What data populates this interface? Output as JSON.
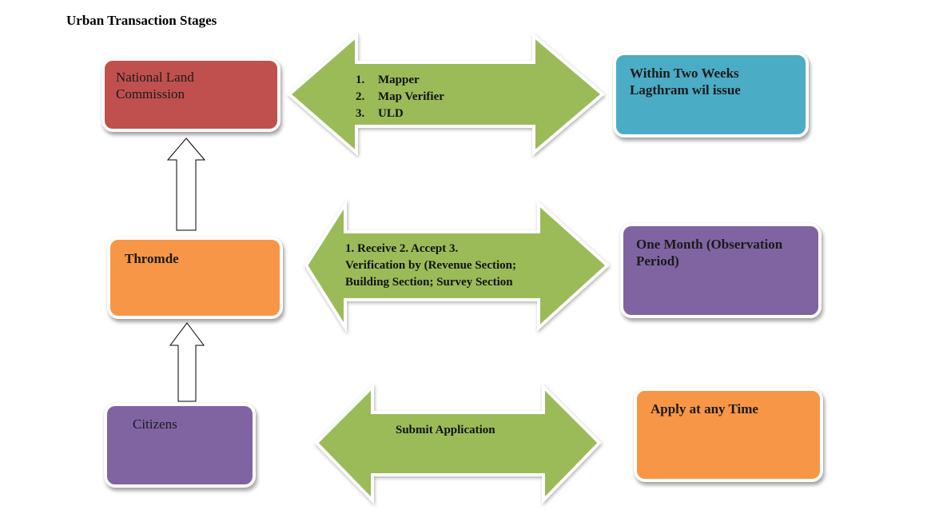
{
  "title": "Urban Transaction Stages",
  "colors": {
    "red": "#C0504D",
    "teal": "#4BACC6",
    "orange": "#F79646",
    "purple": "#8064A2",
    "green": "#9BBB59"
  },
  "left_boxes": {
    "nlc": "National Land\nCommission",
    "thromde": "Thromde",
    "citizens": "Citizens"
  },
  "arrows": {
    "top": {
      "items": [
        {
          "num": "1.",
          "text": "Mapper"
        },
        {
          "num": "2.",
          "text": "Map Verifier"
        },
        {
          "num": "3.",
          "text": "ULD"
        }
      ]
    },
    "middle": {
      "text": "1. Receive 2.  Accept   3.\nVerification by (Revenue Section;\nBuilding Section; Survey Section"
    },
    "bottom": {
      "text": "Submit Application"
    }
  },
  "right_boxes": {
    "top": "Within Two Weeks\nLagthram wil issue",
    "middle": "One Month (Observation\nPeriod)",
    "bottom": "Apply at any Time"
  }
}
